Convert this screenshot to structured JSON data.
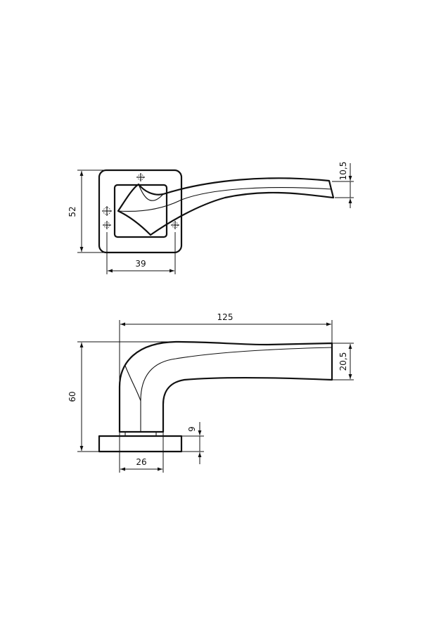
{
  "top_view": {
    "dim_height": "52",
    "dim_width": "39",
    "dim_lever_tip": "10,5"
  },
  "side_view": {
    "dim_length": "125",
    "dim_height": "60",
    "dim_tip": "20,5",
    "dim_rose": "9",
    "dim_base": "26"
  },
  "colors": {
    "line": "#111111",
    "background": "#ffffff"
  }
}
